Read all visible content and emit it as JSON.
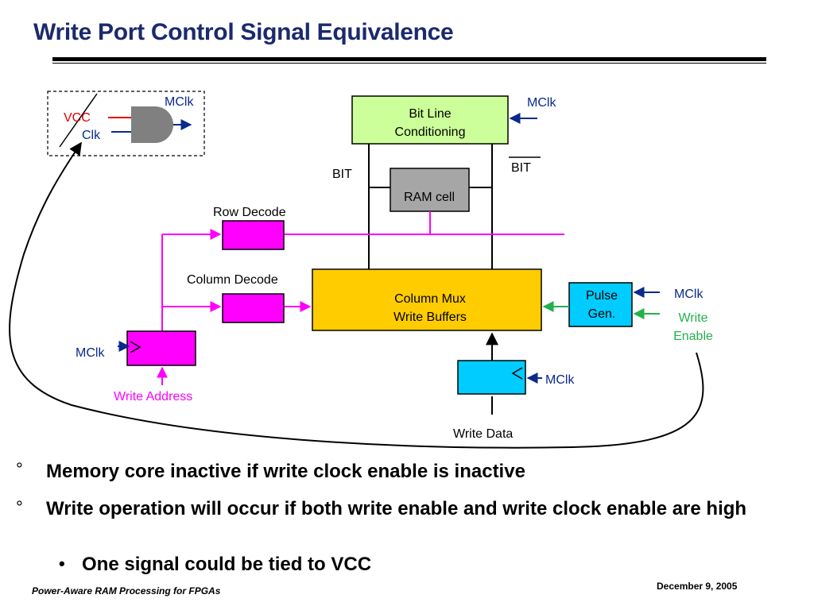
{
  "slide": {
    "title": "Write Port Control Signal Equivalence",
    "bullets": [
      "Memory core inactive if write clock enable is inactive",
      "Write operation will occur if both write enable and write clock enable are high"
    ],
    "sub_bullet": "One signal could be tied to VCC",
    "bullet_marker": "°",
    "sub_bullet_marker": "•"
  },
  "footer": {
    "left": "Power-Aware RAM Processing for FPGAs",
    "right": "December 9, 2005"
  },
  "diagram": {
    "inset": {
      "vcc": "VCC",
      "clk": "Clk",
      "mclk": "MClk"
    },
    "bit_line_conditioning": {
      "line1": "Bit Line",
      "line2": "Conditioning",
      "mclk": "MClk"
    },
    "bit": "BIT",
    "bit_bar": "BIT",
    "ram_cell": "RAM cell",
    "row_decode": "Row Decode",
    "column_decode": "Column Decode",
    "column_mux": {
      "line1": "Column Mux",
      "line2": "Write Buffers"
    },
    "pulse_gen": {
      "line1": "Pulse",
      "line2": "Gen.",
      "mclk": "MClk"
    },
    "write_enable": {
      "line1": "Write",
      "line2": "Enable"
    },
    "address_reg": {
      "mclk": "MClk",
      "write_address": "Write Address"
    },
    "data_reg": {
      "mclk": "MClk",
      "write_data": "Write Data"
    },
    "colors": {
      "blue": "#0a2a8c",
      "magenta": "#ff00ff",
      "green": "#22b14c",
      "red": "#e00000",
      "bitline_fill": "#ccff99",
      "ram_fill": "#a6a6a6",
      "mux_fill": "#ffcc00",
      "cyan_fill": "#00ccff"
    }
  }
}
